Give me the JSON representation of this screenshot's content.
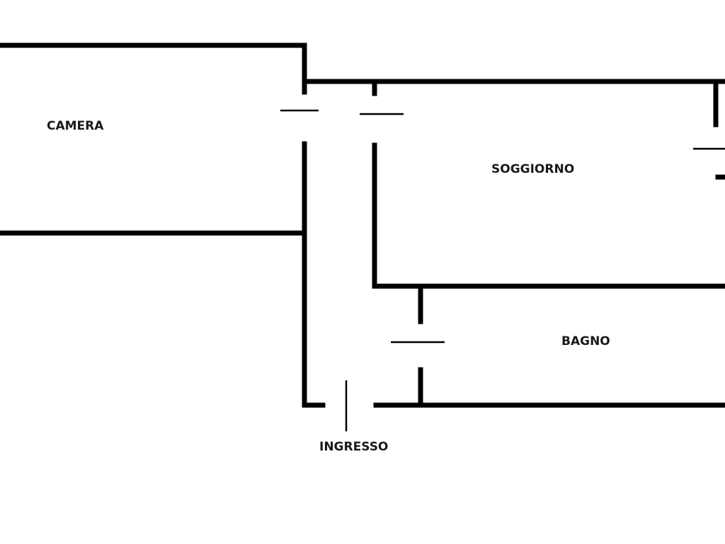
{
  "floor_plan": {
    "rooms": {
      "camera": "CAMERA",
      "soggiorno": "SOGGIORNO",
      "bagno": "BAGNO",
      "ingresso": "INGRESSO"
    },
    "colors": {
      "wall": "#000000",
      "background": "#ffffff",
      "label": "#1a1a1a"
    }
  }
}
